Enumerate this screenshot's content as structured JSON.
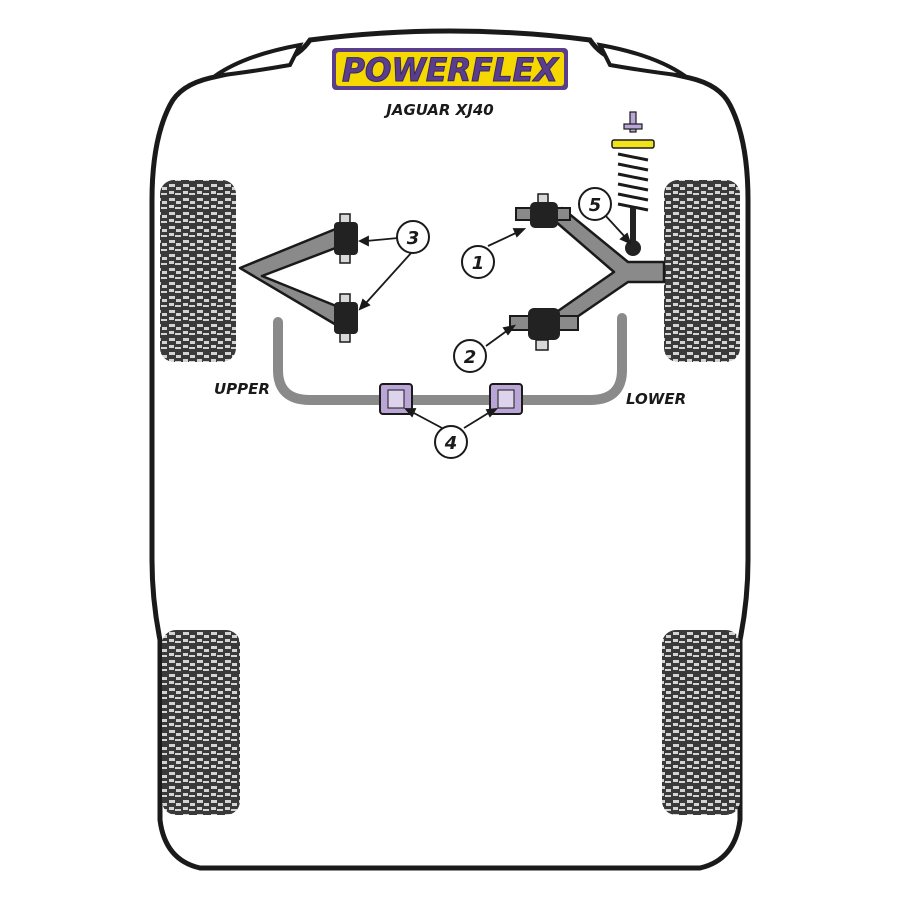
{
  "brand": {
    "name": "POWERFLEX",
    "model": "JAGUAR XJ40"
  },
  "labels": {
    "upper": "UPPER",
    "lower": "LOWER"
  },
  "callouts": [
    {
      "id": "1",
      "text": "1"
    },
    {
      "id": "2",
      "text": "2"
    },
    {
      "id": "3",
      "text": "3"
    },
    {
      "id": "4",
      "text": "4"
    },
    {
      "id": "5",
      "text": "5"
    }
  ],
  "colors": {
    "outline": "#1a1a1a",
    "arm_grey": "#8a8a8a",
    "bush_black": "#222222",
    "bush_purple": "#b9a6d6",
    "spring_yellow": "#f2e21a",
    "logo_yellow": "#f5d800",
    "logo_purple": "#5a3e8c",
    "tyre_dark": "#3a3a3a",
    "tyre_light": "#cfcfcf"
  }
}
